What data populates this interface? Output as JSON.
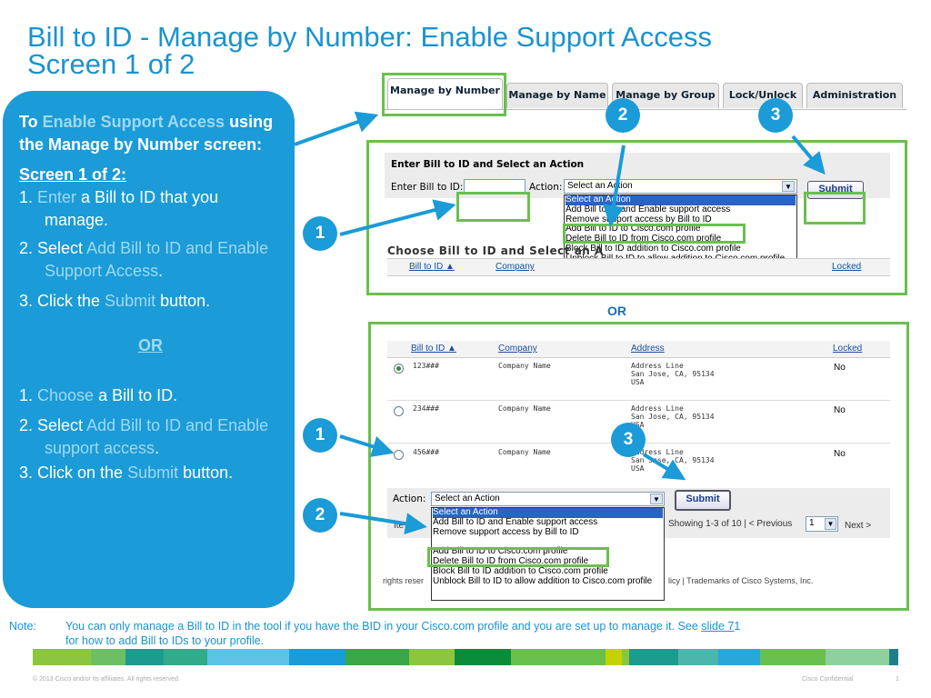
{
  "slide": {
    "title_line1": "Bill to ID - Manage by Number: Enable Support Access",
    "title_line2": "Screen 1 of 2"
  },
  "panel": {
    "intro_prefix": "To ",
    "intro_highlight": "Enable Support Access",
    "intro_suffix": "using the Manage by Number screen:",
    "screen_heading": "Screen 1 of 2:",
    "steps_a": [
      {
        "num": "1. ",
        "hl": "Enter",
        "rest": " a Bill to ID that you manage."
      },
      {
        "num": "2. Select ",
        "hl": "Add Bill to ID and Enable Support Access",
        "rest": "."
      },
      {
        "num": "3. Click the ",
        "hl": "Submit",
        "rest": " button."
      }
    ],
    "or": "OR",
    "steps_b": [
      {
        "num": "1. ",
        "hl": "Choose",
        "rest": " a Bill to ID."
      },
      {
        "num": "2. Select ",
        "hl": "Add Bill to ID and Enable support access",
        "rest": "."
      },
      {
        "num": "3. Click on the ",
        "hl": "Submit",
        "rest": " button."
      }
    ]
  },
  "tabs": [
    "Manage by Number",
    "Manage by Name",
    "Manage by Group",
    "Lock/Unlock",
    "Administration"
  ],
  "top_shot": {
    "heading": "Enter Bill to ID and Select an Action",
    "bill_label": "Enter Bill to ID:",
    "bill_value": "",
    "action_label": "Action:",
    "select_value": "Select an Action",
    "submit": "Submit",
    "choose_heading": "Choose Bill to ID and Select an A",
    "col_billto": "Bill to ID",
    "col_company": "Company",
    "col_locked": "Locked",
    "dropdown": [
      "Select an Action",
      "Add Bill to ID and Enable support access",
      "Remove support access by Bill to ID",
      "Add Bill to ID to Cisco.com profile",
      "Delete Bill to ID from Cisco.com profile",
      "Block Bill to ID addition to Cisco.com profile",
      "Unblock Bill to ID to allow addition to Cisco.com profile"
    ]
  },
  "or_label": "OR",
  "bottom_shot": {
    "columns": [
      "Bill to ID",
      "Company",
      "Address",
      "Locked"
    ],
    "rows": [
      {
        "id": "123###",
        "company": "Company Name",
        "address": [
          "Address Line",
          "San Jose, CA, 95134",
          "USA"
        ],
        "locked": "No"
      },
      {
        "id": "234###",
        "company": "Company Name",
        "address": [
          "Address Line",
          "San Jose, CA, 95134",
          "USA"
        ],
        "locked": "No"
      },
      {
        "id": "456###",
        "company": "Company Name",
        "address": [
          "Address Line",
          "San Jose, CA, 95134",
          "USA"
        ],
        "locked": "No"
      }
    ],
    "action_label": "Action:",
    "select_value": "Select an Action",
    "submit": "Submit",
    "items_prefix": "Ite",
    "showing": "Showing 1-3 of 10",
    "prev": "| < Previous",
    "page": "1",
    "next": "Next >",
    "rights": "rights reser",
    "policy": "licy | Trademarks of Cisco Systems, Inc.",
    "dropdown": [
      "Select an Action",
      "Add Bill to ID and Enable support access",
      "Remove support access by Bill to ID",
      "",
      "Add Bill to ID to Cisco.com profile",
      "Delete Bill to ID from Cisco.com profile",
      "Block Bill to ID addition to Cisco.com profile",
      "Unblock Bill to ID to allow addition to Cisco.com profile"
    ]
  },
  "badges": {
    "b1": "1",
    "b2": "2",
    "b3": "3"
  },
  "note": {
    "label": "Note:",
    "text": "You can only manage a Bill to ID in the tool if you have the BID in your Cisco.com profile and you are set up to manage it. See ",
    "link": "slide 7",
    "after": "1",
    "line2": "for how to add Bill to IDs to your profile."
  },
  "footer": {
    "copyright": "© 2013 Cisco and/or its affiliates. All rights reserved.",
    "confidential": "Cisco Confidential",
    "page": "1"
  },
  "colors": {
    "accent": "#1b9bd7",
    "green": "#6ac04d"
  }
}
